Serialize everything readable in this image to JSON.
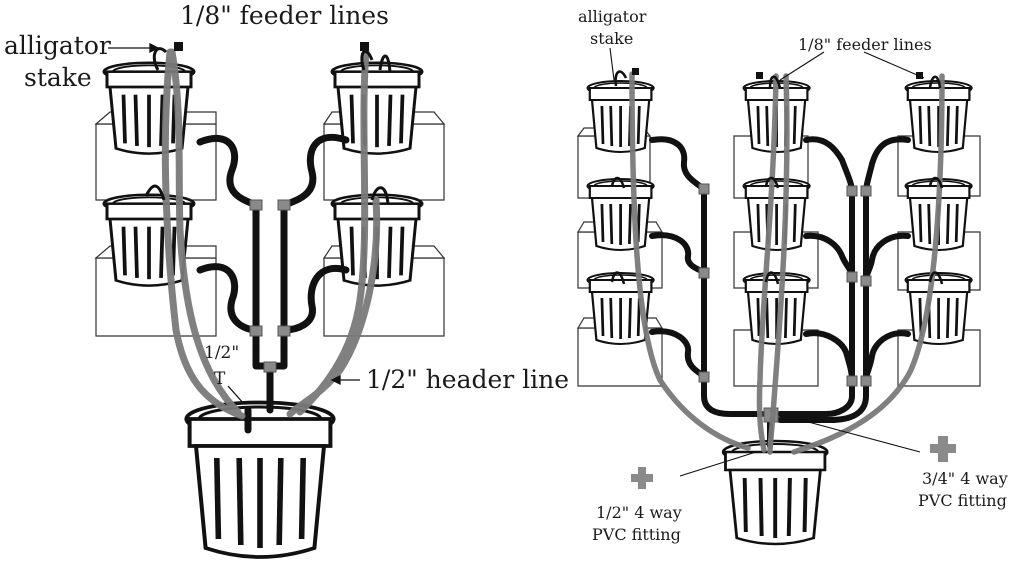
{
  "left_panel": {
    "feeder_lines_label": "1/8\" feeder lines",
    "alligator_label_line1": "alligator",
    "alligator_label_line2": "stake",
    "half_inch_label": "1/2\"",
    "t_label": "T",
    "header_line_label": "1/2\" header line"
  },
  "right_panel": {
    "alligator_label_line1": "alligator",
    "alligator_label_line2": "stake",
    "feeder_lines_label": "1/8\" feeder lines",
    "fitting_half_line1": "1/2\" 4 way",
    "fitting_half_line2": "PVC fitting",
    "fitting_threequarter_line1": "3/4\" 4 way",
    "fitting_threequarter_line2": "PVC fitting"
  },
  "colors": {
    "black_line": "#111111",
    "gray_line": "#7a7a7a",
    "fitting_gray": "#8a8a8a"
  }
}
